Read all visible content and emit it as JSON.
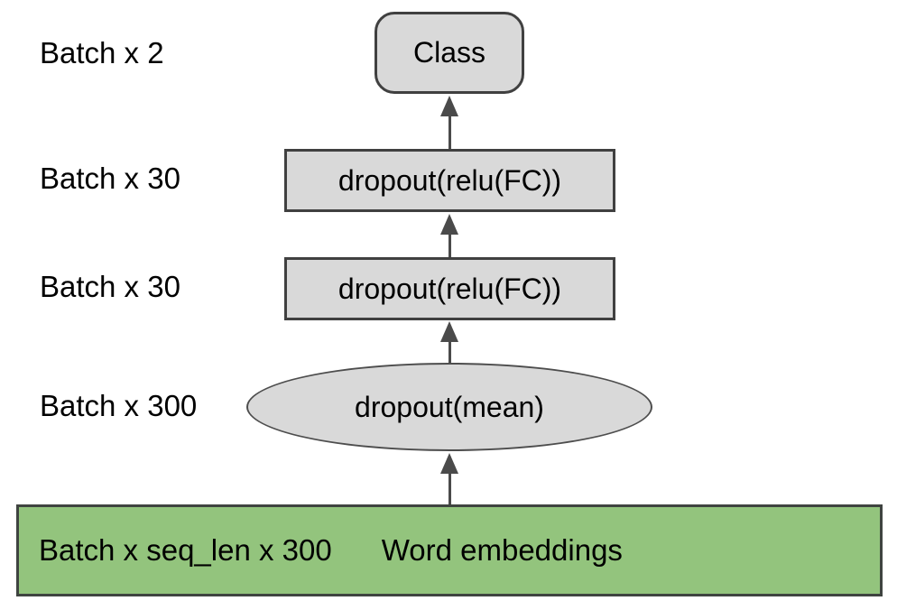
{
  "diagram": {
    "title": "text-classification-network-diagram",
    "side_labels": [
      {
        "text": "Batch x 2"
      },
      {
        "text": "Batch x 30"
      },
      {
        "text": "Batch x 30"
      },
      {
        "text": "Batch x 300"
      }
    ],
    "nodes": {
      "class_output": {
        "label": "Class",
        "shape": "rounded-rectangle"
      },
      "fc_layer_top": {
        "label": "dropout(relu(FC))",
        "shape": "rectangle"
      },
      "fc_layer_bottom": {
        "label": "dropout(relu(FC))",
        "shape": "rectangle"
      },
      "mean_pooling": {
        "label": "dropout(mean)",
        "shape": "ellipse"
      },
      "word_embeddings": {
        "shape_label": "Batch x seq_len x 300",
        "name_label": "Word embeddings",
        "shape": "rectangle"
      }
    },
    "arrows": [
      {
        "from": "fc_layer_top",
        "to": "class_output",
        "direction": "up"
      },
      {
        "from": "fc_layer_bottom",
        "to": "fc_layer_top",
        "direction": "up"
      },
      {
        "from": "mean_pooling",
        "to": "fc_layer_bottom",
        "direction": "up"
      },
      {
        "from": "word_embeddings",
        "to": "mean_pooling",
        "direction": "up"
      }
    ],
    "colors": {
      "node_fill": "#d9d9d9",
      "node_border": "#404040",
      "embedding_fill": "#93c47d",
      "arrow": "#4a4a4a",
      "text": "#000000",
      "background": "#ffffff"
    }
  }
}
